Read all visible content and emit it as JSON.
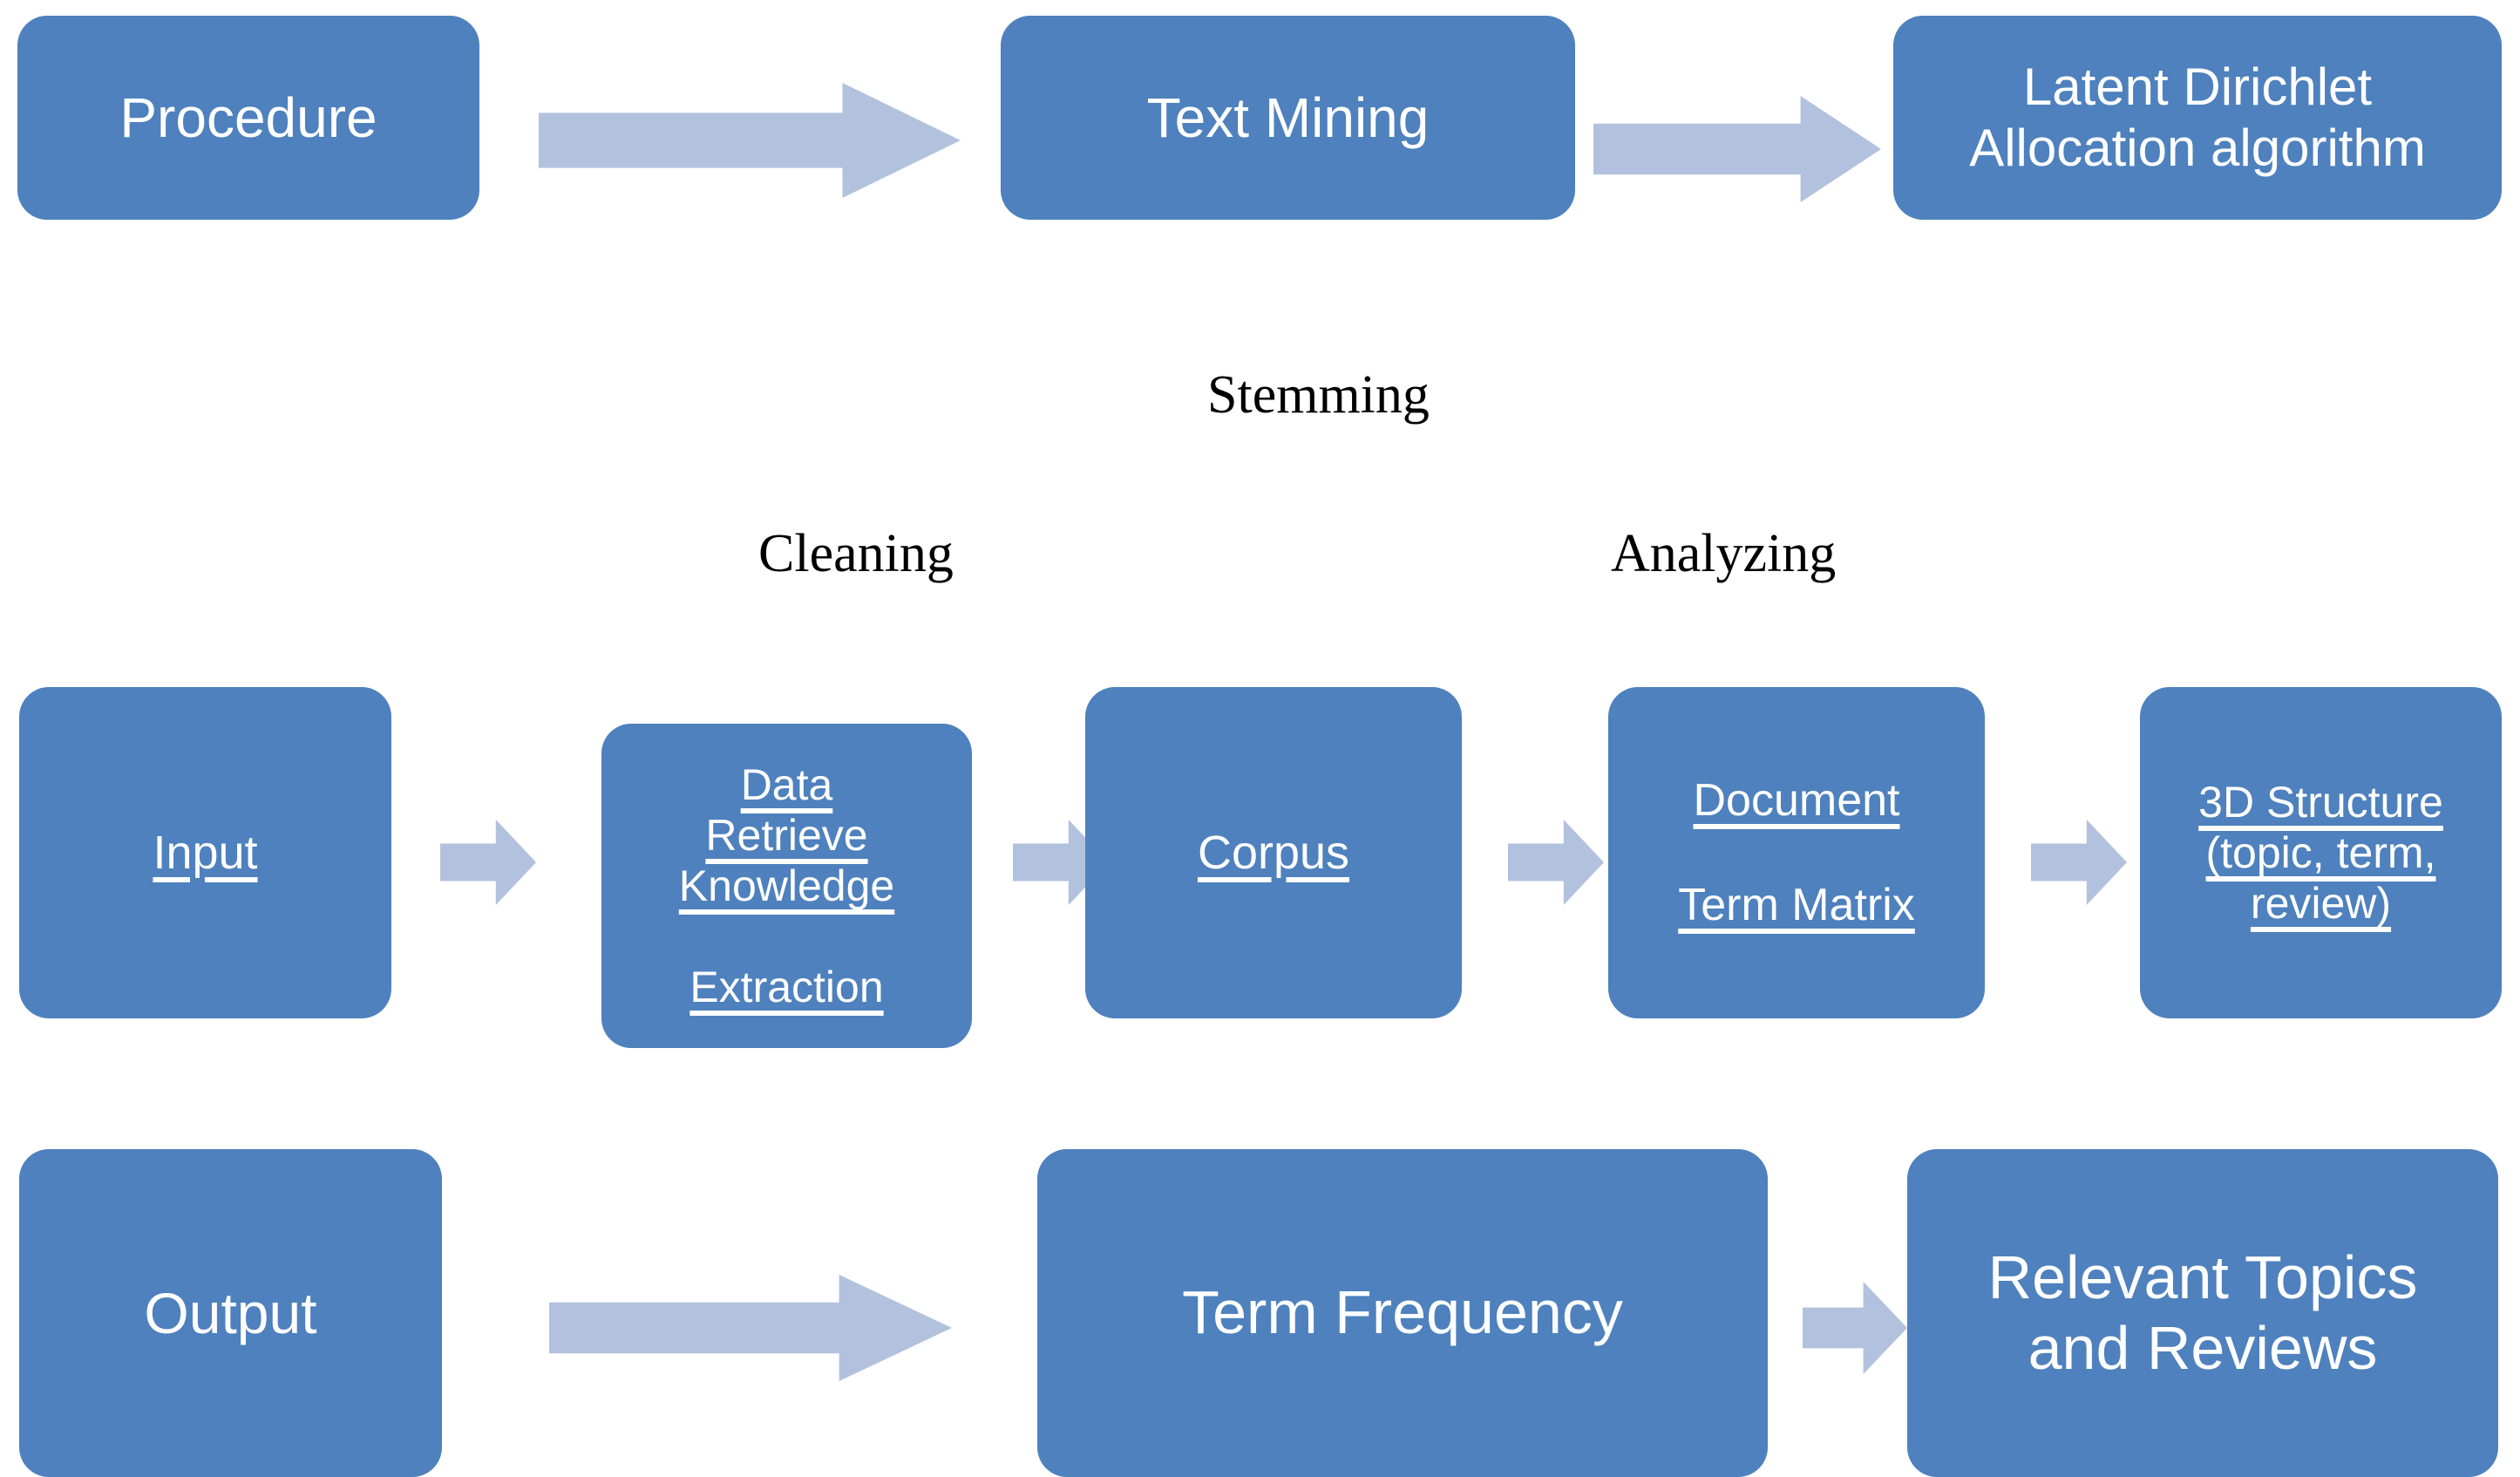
{
  "diagram": {
    "title": "Text mining procedure flow diagram",
    "colors": {
      "box_fill": "#4E81BD",
      "box_text": "#FFFFFF",
      "arrow_fill": "#B2C2DE",
      "caption_text": "#000000",
      "background": "#FFFFFF"
    },
    "rows": {
      "procedure": {
        "boxes": [
          {
            "id": "procedure",
            "label": "Procedure"
          },
          {
            "id": "text-mining",
            "label": "Text Mining"
          },
          {
            "id": "lda-algorithm",
            "label": "Latent  Dirichlet\nAllocation algorithm"
          }
        ],
        "arrows": [
          {
            "id": "procedure-to-text-mining",
            "style": "long"
          },
          {
            "id": "text-mining-to-lda",
            "style": "long"
          }
        ]
      },
      "detail": {
        "boxes": [
          {
            "id": "input",
            "label": "Input"
          },
          {
            "id": "data-retrieve-knowledge-extraction",
            "label": "Data\nRetrieve\nKnowledge\n\nExtraction"
          },
          {
            "id": "corpus",
            "label": "Corpus"
          },
          {
            "id": "document-term-matrix",
            "label": "Document\n\nTerm Matrix"
          },
          {
            "id": "3d-structure",
            "label": "3D Structure\n(topic, term,\nreview)"
          }
        ],
        "arrows": [
          {
            "id": "input-to-extraction",
            "style": "short"
          },
          {
            "id": "extraction-to-corpus",
            "style": "short"
          },
          {
            "id": "corpus-to-dtm",
            "style": "short"
          },
          {
            "id": "dtm-to-3d",
            "style": "short"
          }
        ]
      },
      "output": {
        "boxes": [
          {
            "id": "output",
            "label": "Output"
          },
          {
            "id": "term-frequency",
            "label": "Term Frequency"
          },
          {
            "id": "relevant-topics-and-reviews",
            "label": "Relevant Topics\nand Reviews"
          }
        ],
        "arrows": [
          {
            "id": "output-to-term-frequency",
            "style": "long"
          },
          {
            "id": "term-frequency-to-relevant-topics",
            "style": "short"
          }
        ]
      }
    },
    "captions": [
      {
        "id": "stemming",
        "label": "Stemming"
      },
      {
        "id": "cleaning",
        "label": "Cleaning"
      },
      {
        "id": "analyzing",
        "label": "Analyzing"
      }
    ]
  }
}
